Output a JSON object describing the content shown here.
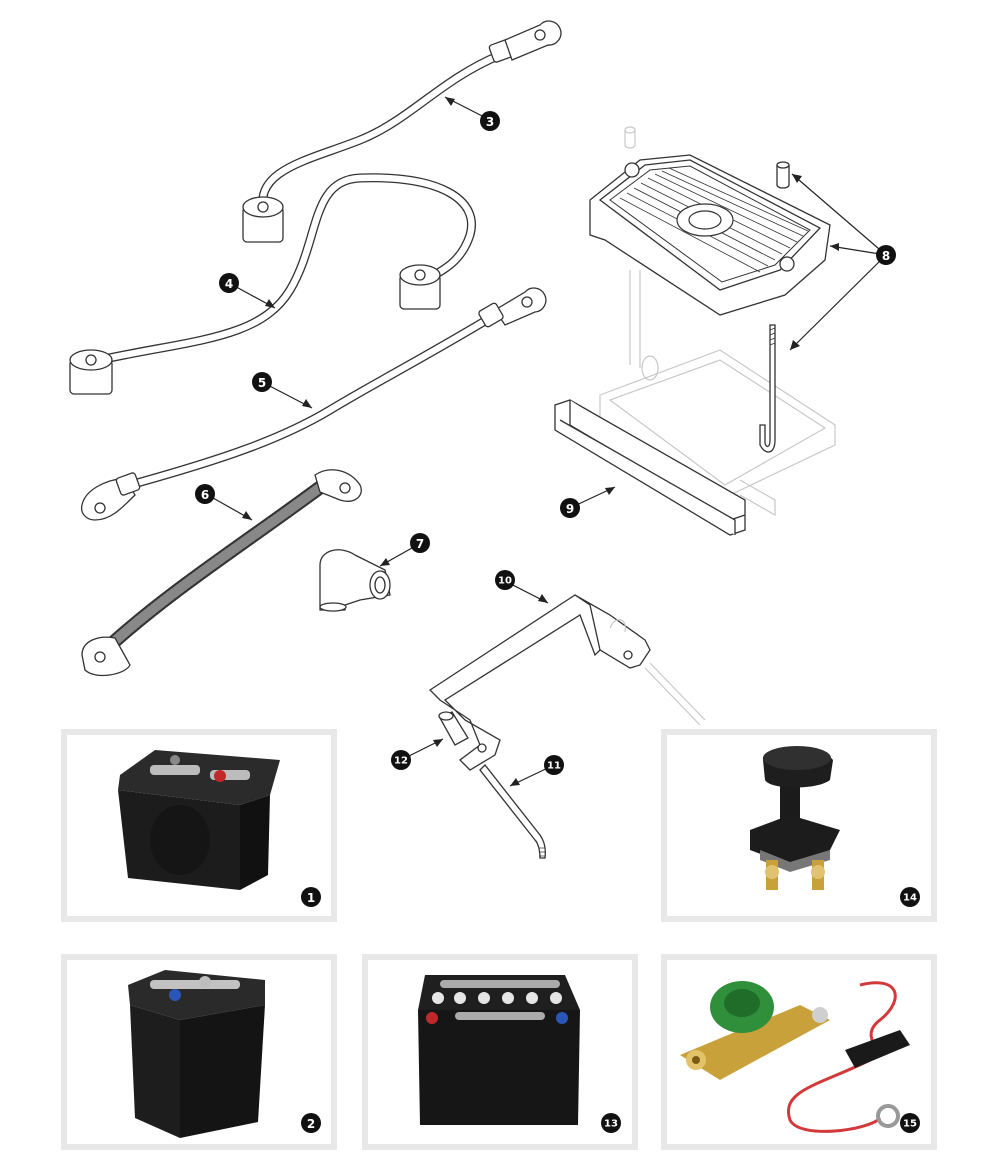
{
  "callouts": [
    {
      "id": "callout-1",
      "label": "1"
    },
    {
      "id": "callout-2",
      "label": "2"
    },
    {
      "id": "callout-3",
      "label": "3"
    },
    {
      "id": "callout-4",
      "label": "4"
    },
    {
      "id": "callout-5",
      "label": "5"
    },
    {
      "id": "callout-6",
      "label": "6"
    },
    {
      "id": "callout-7",
      "label": "7"
    },
    {
      "id": "callout-8",
      "label": "8"
    },
    {
      "id": "callout-9",
      "label": "9"
    },
    {
      "id": "callout-10",
      "label": "10"
    },
    {
      "id": "callout-11",
      "label": "11"
    },
    {
      "id": "callout-12",
      "label": "12"
    },
    {
      "id": "callout-13",
      "label": "13"
    },
    {
      "id": "callout-14",
      "label": "14"
    },
    {
      "id": "callout-15",
      "label": "15"
    }
  ],
  "colors": {
    "callout_fill": "#111111",
    "panel_border": "#e8e8e8",
    "battery_body": "#1c1c1c",
    "terminal_red": "#c0282c",
    "terminal_blue": "#2a56b8",
    "switch_green": "#2f8f3a",
    "brass": "#c9a13b",
    "wire_red": "#d23a3a"
  },
  "icons": [
    "battery-icon",
    "isolator-switch-icon",
    "terminal-disconnect-icon"
  ]
}
